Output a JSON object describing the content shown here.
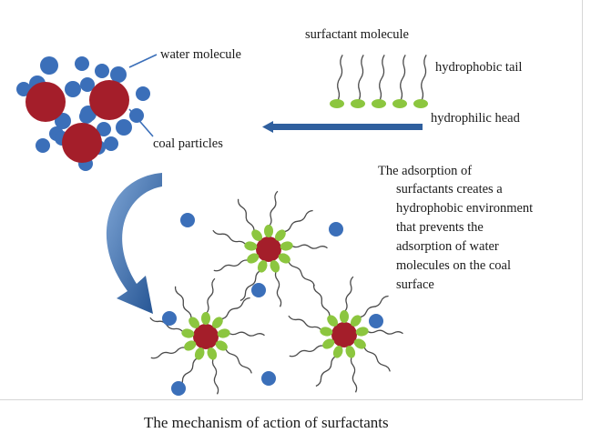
{
  "labels": {
    "water_molecule": "water molecule",
    "coal_particles": "coal particles",
    "surfactant_molecule": "surfactant molecule",
    "hydrophobic_tail": "hydrophobic tail",
    "hydrophilic_head": "hydrophilic head"
  },
  "description_lines": [
    "The adsorption of",
    "surfactants creates a",
    "hydrophobic environment",
    "that prevents the",
    "adsorption of water",
    "molecules on the coal",
    "surface"
  ],
  "caption": "The mechanism of action of surfactants",
  "colors": {
    "water": "#3b6fb9",
    "coal": "#a41e2a",
    "head": "#8cc63f",
    "tail": "#4a4a4a",
    "arrow": "#2f5f9e"
  }
}
